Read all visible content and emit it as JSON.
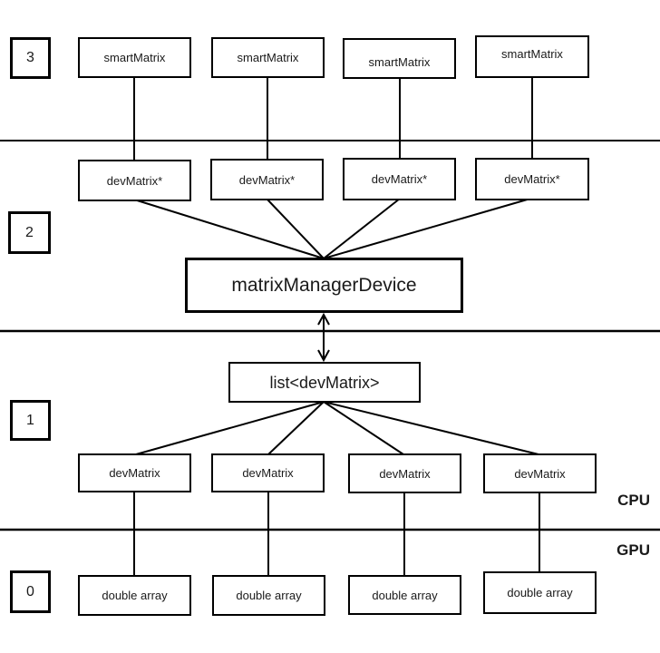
{
  "levels": [
    "3",
    "2",
    "1",
    "0"
  ],
  "smart_matrix_row": [
    "smartMatrix",
    "smartMatrix",
    "smartMatrix",
    "smartMatrix"
  ],
  "dev_matrix_ptr_row": [
    "devMatrix*",
    "devMatrix*",
    "devMatrix*",
    "devMatrix*"
  ],
  "manager_label": "matrixManagerDevice",
  "list_label": "list<devMatrix>",
  "dev_matrix_row": [
    "devMatrix",
    "devMatrix",
    "devMatrix",
    "devMatrix"
  ],
  "double_array_row": [
    "double array",
    "double array",
    "double array",
    "double array"
  ],
  "side_labels": {
    "cpu": "CPU",
    "gpu": "GPU"
  },
  "colors": {
    "stroke": "#000000",
    "background": "#ffffff",
    "text": "#1a1a1a"
  }
}
